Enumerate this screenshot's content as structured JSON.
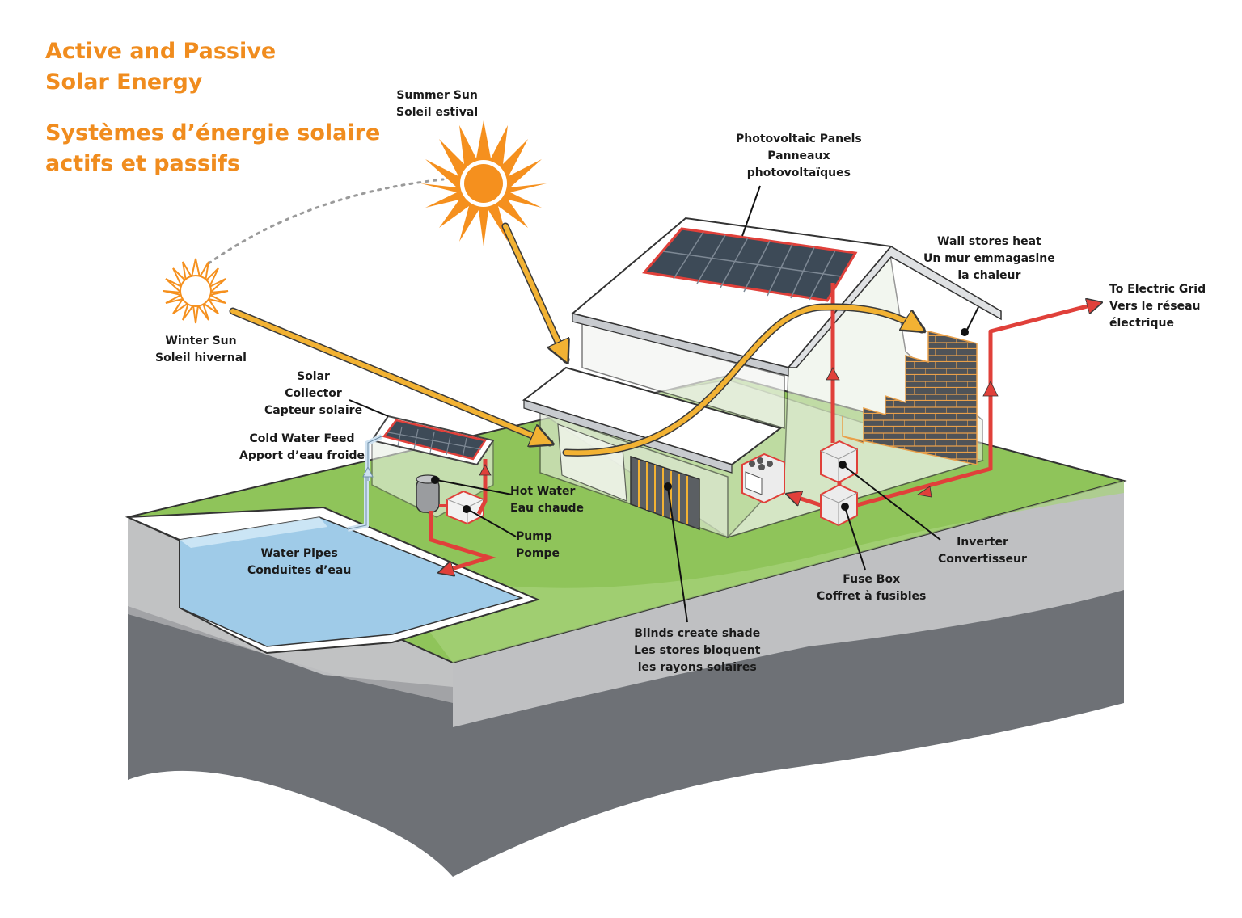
{
  "title": {
    "en_line1": "Active and Passive",
    "en_line2": "Solar Energy",
    "fr_line1": "Systèmes d’énergie solaire",
    "fr_line2": "actifs et passifs"
  },
  "labels": {
    "summer_sun": [
      "Summer Sun",
      "Soleil estival"
    ],
    "winter_sun": [
      "Winter Sun",
      "Soleil hivernal"
    ],
    "pv_panels": [
      "Photovoltaic Panels",
      "Panneaux",
      "photovoltaïques"
    ],
    "wall": [
      "Wall stores heat",
      "Un mur emmagasine",
      "la chaleur"
    ],
    "grid": [
      "To Electric Grid",
      "Vers le réseau",
      "électrique"
    ],
    "collector": [
      "Solar",
      "Collector",
      "Capteur solaire"
    ],
    "cold_water": [
      "Cold Water Feed",
      "Apport d’eau froide"
    ],
    "hot_water": [
      "Hot Water",
      "Eau chaude"
    ],
    "pump": [
      "Pump",
      "Pompe"
    ],
    "water_pipes": [
      "Water Pipes",
      "Conduites d’eau"
    ],
    "inverter": [
      "Inverter",
      "Convertisseur"
    ],
    "fuse_box": [
      "Fuse Box",
      "Coffret à fusibles"
    ],
    "blinds": [
      "Blinds create shade",
      "Les stores bloquent",
      "les rayons solaires"
    ]
  },
  "colors": {
    "title_orange": "#f08c1e",
    "sun_orange": "#f5901e",
    "grass_green": "#8fc45a",
    "pool_blue": "#9fcbe8",
    "pipe_red": "#e0403a",
    "sun_arrow": "#f2b233",
    "soil_gray": "#b7b8ba",
    "rock_dark": "#6d7075"
  }
}
